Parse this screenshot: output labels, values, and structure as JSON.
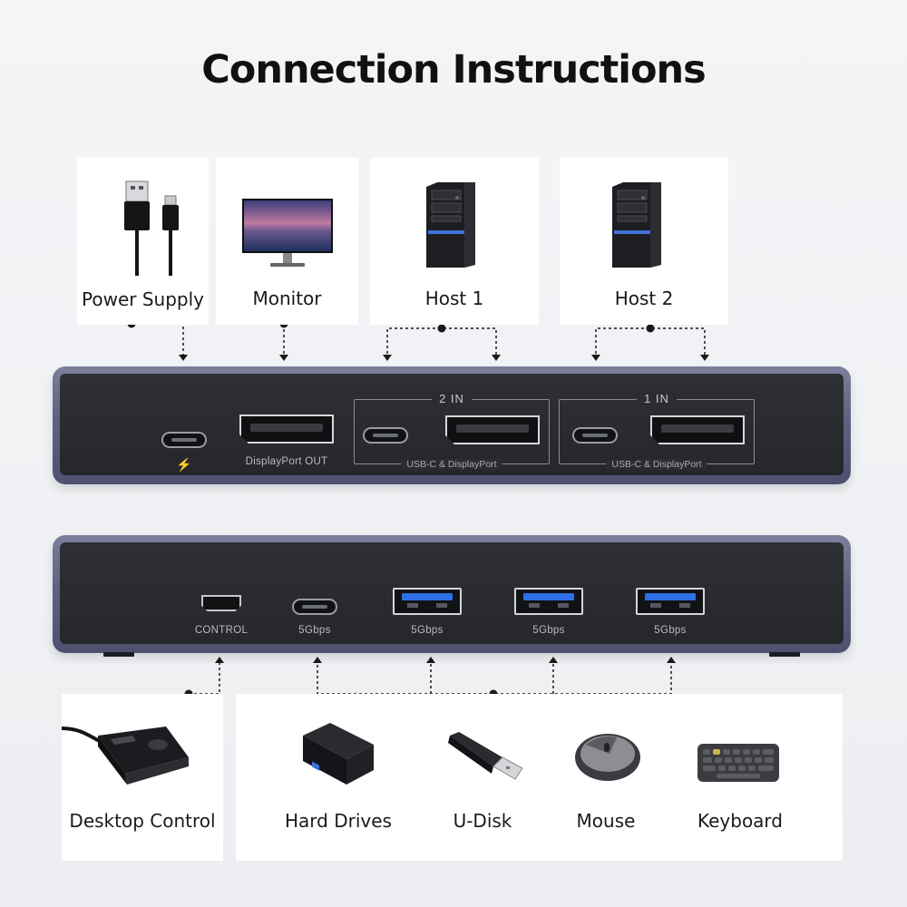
{
  "title": "Connection Instructions",
  "top_cards": {
    "power": {
      "label": "Power Supply",
      "icon": "usb-cable-icon"
    },
    "monitor": {
      "label": "Monitor",
      "icon": "monitor-icon"
    },
    "host1": {
      "label": "Host 1",
      "icon": "pc-tower-icon"
    },
    "host2": {
      "label": "Host 2",
      "icon": "pc-tower-icon"
    }
  },
  "front_panel": {
    "power_port_icon": "lightning-icon",
    "power_symbol": "⚡",
    "displayport_out": "DisplayPort OUT",
    "group2": {
      "title": "2 IN",
      "subtitle": "USB-C & DisplayPort"
    },
    "group1": {
      "title": "1 IN",
      "subtitle": "USB-C & DisplayPort"
    }
  },
  "back_panel": {
    "control": "CONTROL",
    "ports": [
      "5Gbps",
      "5Gbps",
      "5Gbps",
      "5Gbps"
    ]
  },
  "bottom_cards": {
    "desktop_control": {
      "label": "Desktop Control",
      "icon": "desktop-switch-icon"
    },
    "peripherals": [
      {
        "label": "Hard Drives",
        "icon": "hard-drive-icon"
      },
      {
        "label": "U-Disk",
        "icon": "usb-stick-icon"
      },
      {
        "label": "Mouse",
        "icon": "mouse-icon"
      },
      {
        "label": "Keyboard",
        "icon": "keyboard-icon"
      }
    ]
  },
  "colors": {
    "device_shell": "#6a6c8a",
    "panel": "#2a2c30",
    "usb3_blue": "#2e6ee6",
    "wire": "#1a1a1a"
  }
}
